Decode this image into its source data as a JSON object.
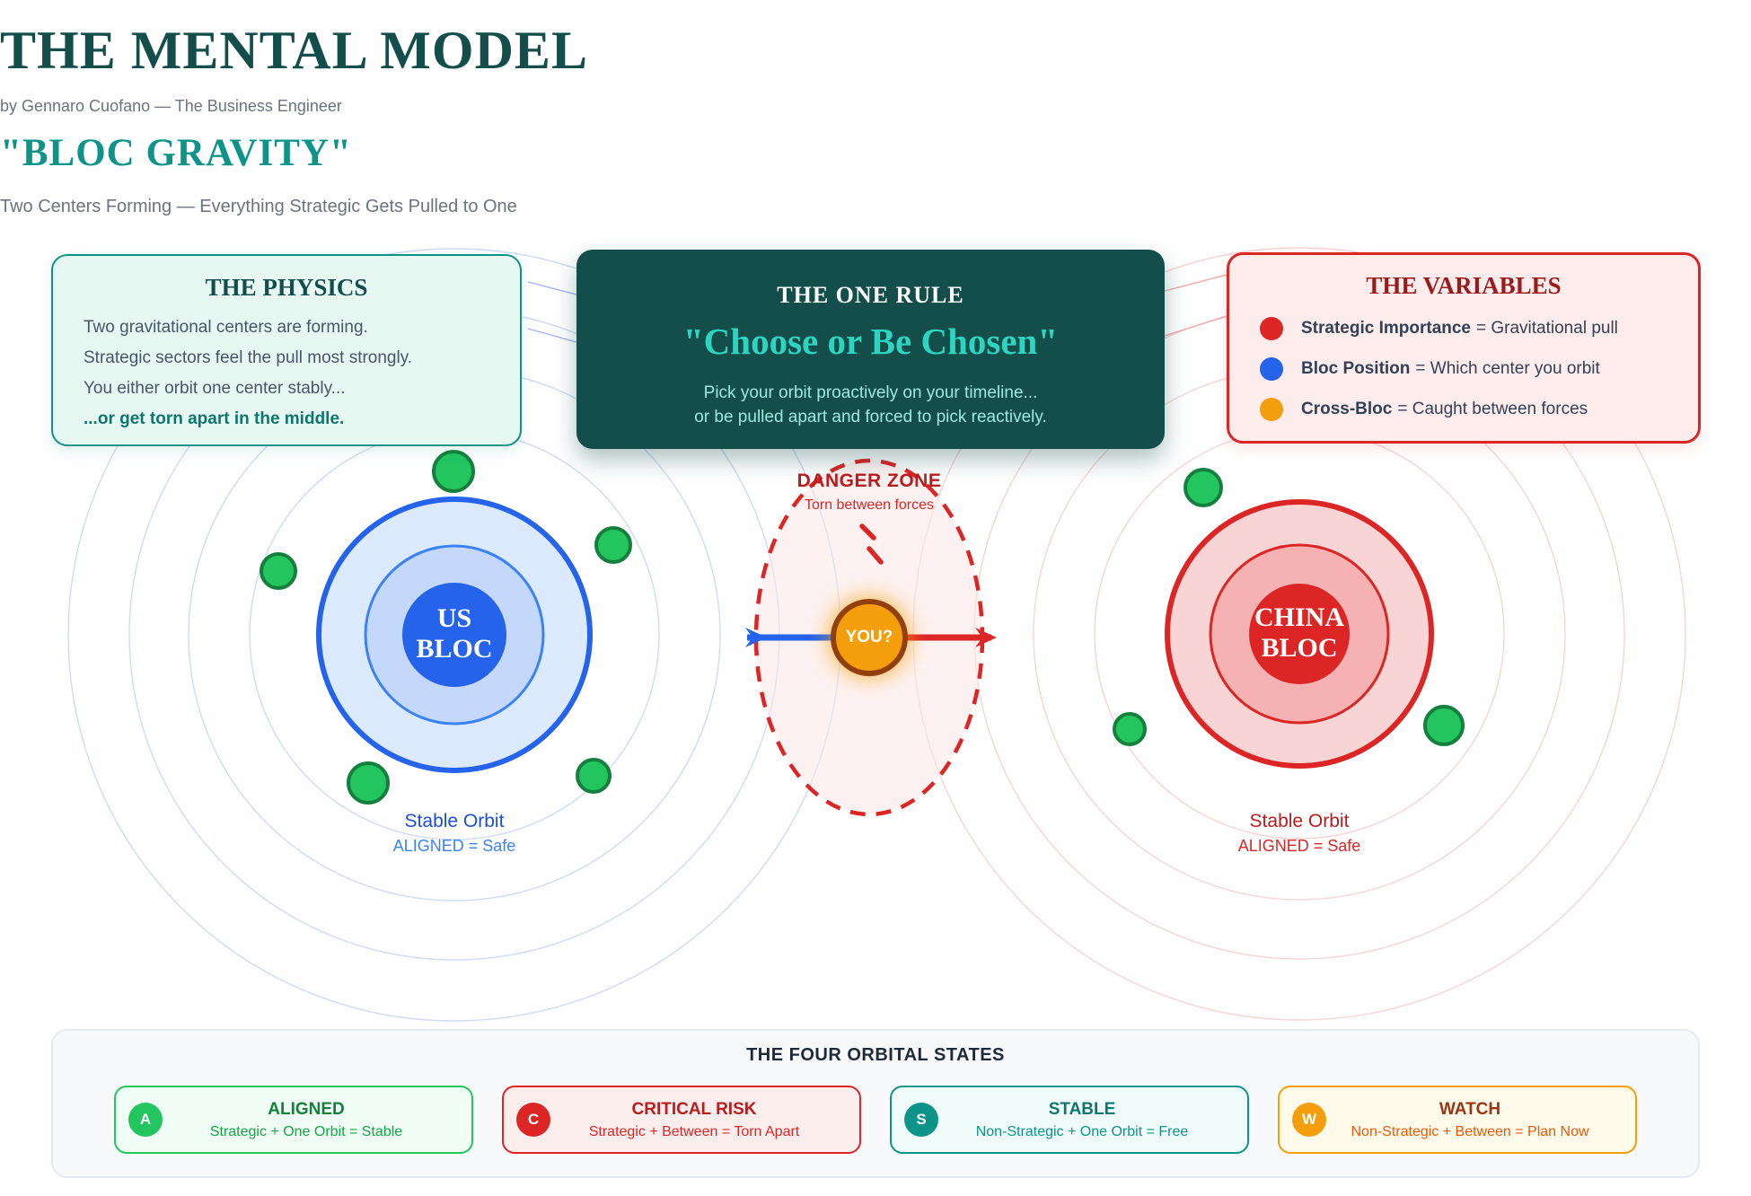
{
  "header": {
    "title": "THE MENTAL MODEL",
    "byline": "by Gennaro Cuofano — The Business Engineer",
    "model_name": "\"BLOC GRAVITY\"",
    "subtitle": "Two Centers Forming — Everything Strategic Gets Pulled to One"
  },
  "physics": {
    "title": "THE PHYSICS",
    "lines": [
      "Two gravitational centers are forming.",
      "Strategic sectors feel the pull most strongly.",
      "You either orbit one center stably...",
      "...or get torn apart in the middle."
    ]
  },
  "one_rule": {
    "title": "THE ONE RULE",
    "rule": "\"Choose or Be Chosen\"",
    "lines": [
      "Pick your orbit proactively on your timeline...",
      "or be pulled apart and forced to pick reactively."
    ]
  },
  "variables": {
    "title": "THE VARIABLES",
    "items": [
      {
        "term": "Strategic Importance",
        "definition": "= Gravitational pull",
        "dot_color": "#dc2626"
      },
      {
        "term": "Bloc Position",
        "definition": "= Which center you orbit",
        "dot_color": "#2563eb"
      },
      {
        "term": "Cross-Bloc",
        "definition": "= Caught between forces",
        "dot_color": "#f59e0b"
      }
    ]
  },
  "us_bloc": {
    "line1": "US",
    "line2": "BLOC",
    "orbit_title": "Stable Orbit",
    "orbit_subtitle": "ALIGNED = Safe"
  },
  "china_bloc": {
    "line1": "CHINA",
    "line2": "BLOC",
    "orbit_title": "Stable Orbit",
    "orbit_subtitle": "ALIGNED = Safe"
  },
  "danger_zone": {
    "title": "DANGER ZONE",
    "subtitle": "Torn between forces",
    "you_label": "YOU?"
  },
  "four_states": {
    "title": "THE FOUR ORBITAL STATES",
    "states": [
      {
        "letter": "A",
        "name": "ALIGNED",
        "formula": "Strategic + One Orbit = Stable"
      },
      {
        "letter": "C",
        "name": "CRITICAL RISK",
        "formula": "Strategic + Between = Torn Apart"
      },
      {
        "letter": "S",
        "name": "STABLE",
        "formula": "Non-Strategic + One Orbit = Free"
      },
      {
        "letter": "W",
        "name": "WATCH",
        "formula": "Non-Strategic + Between = Plan Now"
      }
    ]
  },
  "colors": {
    "teal_dark": "#134e4a",
    "teal": "#0d9488",
    "teal_bright": "#2dd4bf",
    "blue": "#2563eb",
    "blue_light": "#dbeafe",
    "red": "#dc2626",
    "red_light": "#f9d4d4",
    "red_dark": "#991b1b",
    "orange": "#f59e0b",
    "orange_border": "#92400e",
    "green": "#22c55e",
    "green_border": "#15803d",
    "gray_text": "#6b7280",
    "body_text": "#475569"
  }
}
